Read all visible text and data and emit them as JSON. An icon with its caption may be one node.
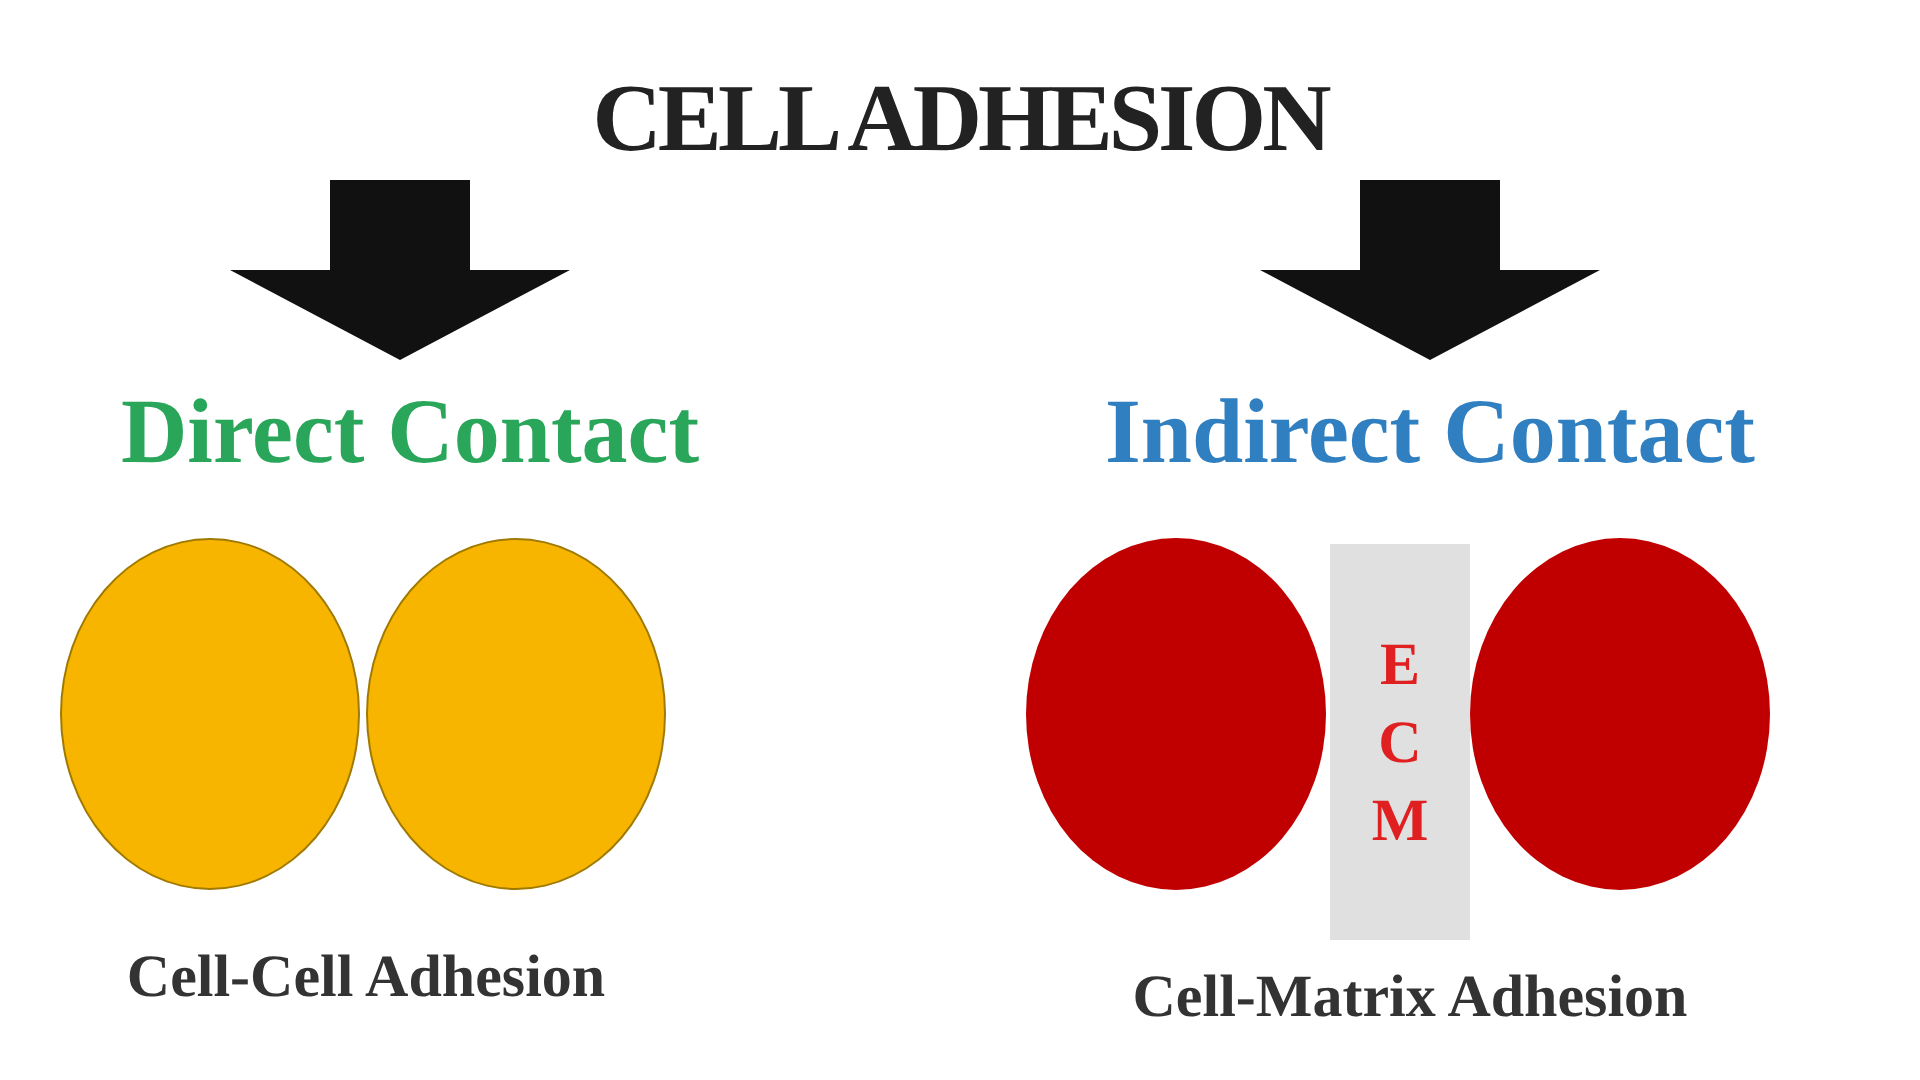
{
  "diagram": {
    "nodes": [
      {
        "text": [
          "CELL ADHESION"
        ]
      },
      {
        "text": [
          "Direct Contact"
        ]
      },
      {
        "text": [
          "Indirect Contact"
        ]
      },
      {
        "text": [],
        "shape": "circle"
      },
      {
        "text": [],
        "shape": "circle"
      },
      {
        "text": [],
        "shape": "circle"
      },
      {
        "text": [
          "ECM"
        ]
      },
      {
        "text": [],
        "shape": "circle"
      }
    ],
    "edges": [
      {
        "from": 0,
        "to": 1,
        "arrow": "to"
      },
      {
        "from": 0,
        "to": 2,
        "arrow": "to"
      }
    ],
    "labels": [
      "Cell-Cell Adhesion",
      "Cell-Matrix Adhesion"
    ]
  }
}
